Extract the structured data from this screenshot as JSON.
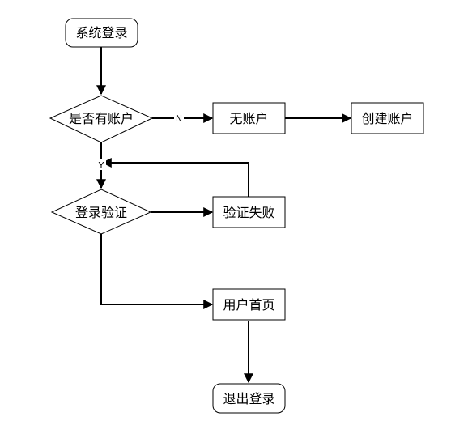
{
  "nodes": {
    "start": "系统登录",
    "has_account": "是否有账户",
    "no_account": "无账户",
    "create_account": "创建账户",
    "login_verify": "登录验证",
    "verify_failed": "验证失败",
    "user_home": "用户首页",
    "logout": "退出登录"
  },
  "edges": {
    "no_label": "N",
    "yes_label": "Y"
  }
}
